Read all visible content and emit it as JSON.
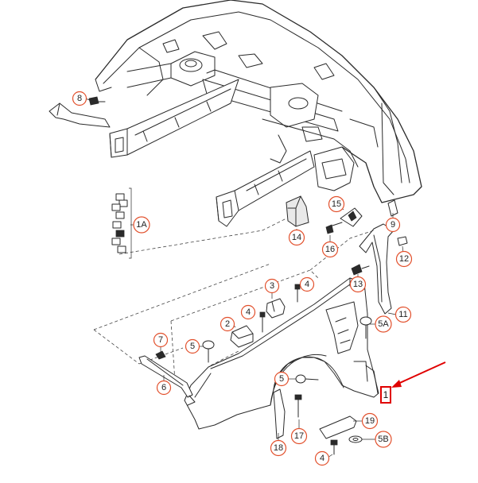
{
  "callouts": [
    {
      "id": "c8",
      "label": "8"
    },
    {
      "id": "c1a",
      "label": "1A"
    },
    {
      "id": "c14",
      "label": "14"
    },
    {
      "id": "c15",
      "label": "15"
    },
    {
      "id": "c16",
      "label": "16"
    },
    {
      "id": "c9",
      "label": "9"
    },
    {
      "id": "c12",
      "label": "12"
    },
    {
      "id": "c13",
      "label": "13"
    },
    {
      "id": "c11",
      "label": "11"
    },
    {
      "id": "c3",
      "label": "3"
    },
    {
      "id": "c4a",
      "label": "4"
    },
    {
      "id": "c4b",
      "label": "4"
    },
    {
      "id": "c2",
      "label": "2"
    },
    {
      "id": "c5a",
      "label": "5A"
    },
    {
      "id": "c7",
      "label": "7"
    },
    {
      "id": "c5b",
      "label": "5"
    },
    {
      "id": "c6",
      "label": "6"
    },
    {
      "id": "c5c",
      "label": "5"
    },
    {
      "id": "c19",
      "label": "19"
    },
    {
      "id": "c17",
      "label": "17"
    },
    {
      "id": "c18",
      "label": "18"
    },
    {
      "id": "c5b2",
      "label": "5B"
    },
    {
      "id": "c4c",
      "label": "4"
    }
  ],
  "highlight": {
    "label": "1",
    "color": "#e00000"
  },
  "colors": {
    "callout_ring": "#e2502c",
    "line": "#2a2a2a",
    "arrow": "#e00000"
  }
}
